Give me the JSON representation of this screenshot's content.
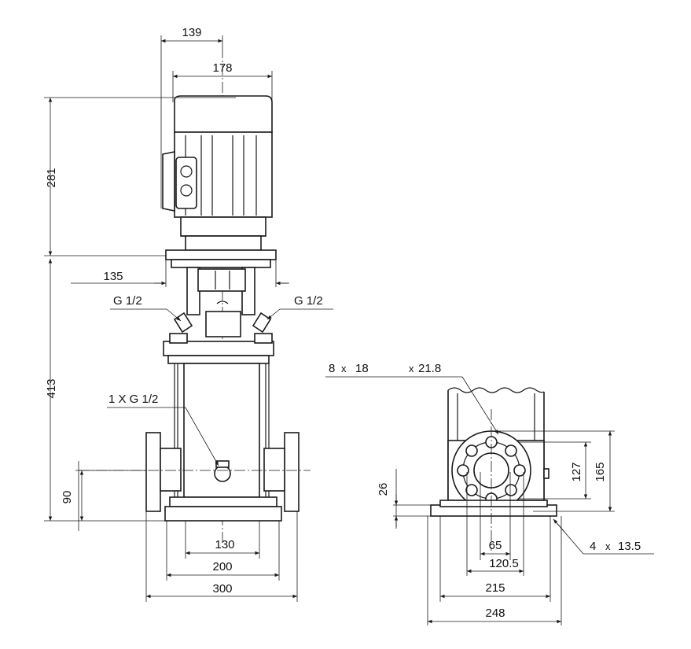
{
  "front_view": {
    "dimensions": {
      "d139": "139",
      "d178": "178",
      "d281": "281",
      "d413": "413",
      "d135": "135",
      "d90": "90",
      "d130": "130",
      "d200": "200",
      "d300": "300"
    },
    "labels": {
      "g_left": "G 1/2",
      "g_right": "G 1/2",
      "drain": "1 X G 1/2"
    }
  },
  "side_view": {
    "dimensions": {
      "d127": "127",
      "d165": "165",
      "d26": "26",
      "d65": "65",
      "d120_5": "120.5",
      "d215": "215",
      "d248": "248"
    },
    "labels": {
      "holes_count": "8",
      "holes_x1": "x",
      "holes_d1": "18",
      "holes_x2": "x",
      "holes_d2": "21.8",
      "feet_count": "4",
      "feet_x": "x",
      "feet_d": "13.5"
    }
  }
}
